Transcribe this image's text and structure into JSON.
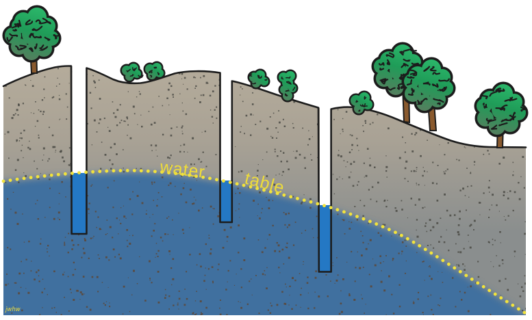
{
  "figure": {
    "name": "water-table-cross-section",
    "labels": {
      "water": "water",
      "table": "table"
    },
    "signature": "jwhw",
    "scene": {
      "wells_count": 3,
      "trees_count": 4,
      "shrubs_count": 5
    },
    "colors": {
      "background": "#ffffff",
      "outline": "#1c1c1c",
      "soil_top": "#b5ac9b",
      "soil_mid": "#a9a295",
      "soil_deep": "#8a8e8e",
      "groundwater": "#3f6f9f",
      "well_water": "#2478c4",
      "well_bore": "#ffffff",
      "water_table_dots": "#f2e33c",
      "label_text": "#eedc3a",
      "speckle_soil": "#4b4b45",
      "speckle_wet": "#5d4636",
      "tree_green_light": "#2bb76a",
      "tree_green_mid": "#1f9c58",
      "tree_green_dark": "#567e5e",
      "trunk": "#8a5a2e"
    }
  }
}
